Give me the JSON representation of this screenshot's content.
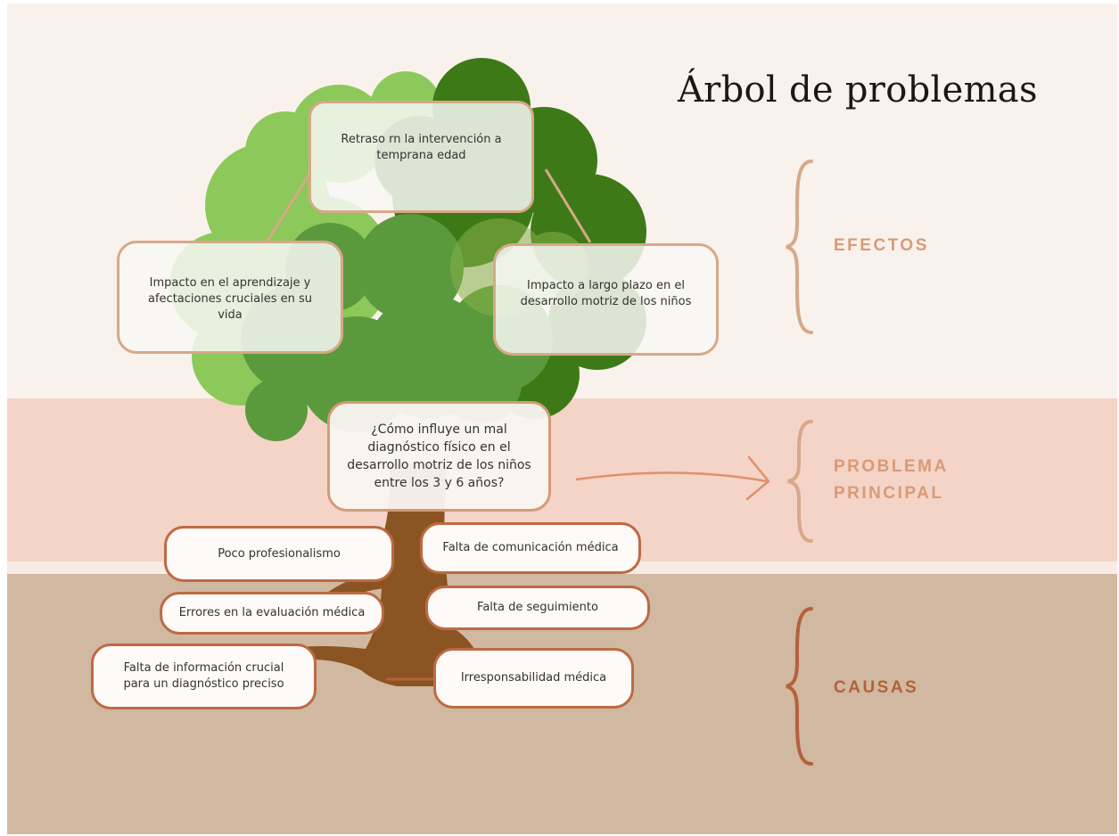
{
  "title": "Árbol de problemas",
  "sections": {
    "effects": "EFECTOS",
    "main_problem": "PROBLEMA\nPRINCIPAL",
    "causes": "CAUSAS"
  },
  "effects": {
    "top": "Retraso rn la intervención a temprana edad",
    "left": "Impacto en el aprendizaje y afectaciones cruciales en su vida",
    "right": "Impacto a largo plazo en el desarrollo motriz de los niños"
  },
  "problem": "¿Cómo influye un mal diagnóstico físico en el desarrollo motriz de los niños entre los 3 y 6 años?",
  "causes": {
    "c1": "Poco profesionalismo",
    "c2": "Falta de comunicación médica",
    "c3": "Errores en la evaluación médica",
    "c4": "Falta de seguimiento",
    "c5": "Falta de información crucial para un diagnóstico preciso",
    "c6": "Irresponsabilidad médica"
  },
  "colors": {
    "bg_top": "#f9f2ec",
    "bg_mid": "#f3d4c6",
    "bg_bottom": "#d1b8a0",
    "accent_light": "#d99a78",
    "accent_dark": "#b4613c",
    "trunk": "#8b5423",
    "leaves_dark": "#3d7a17",
    "leaves_mid": "#5a9a3c",
    "leaves_light": "#8cc95a"
  }
}
